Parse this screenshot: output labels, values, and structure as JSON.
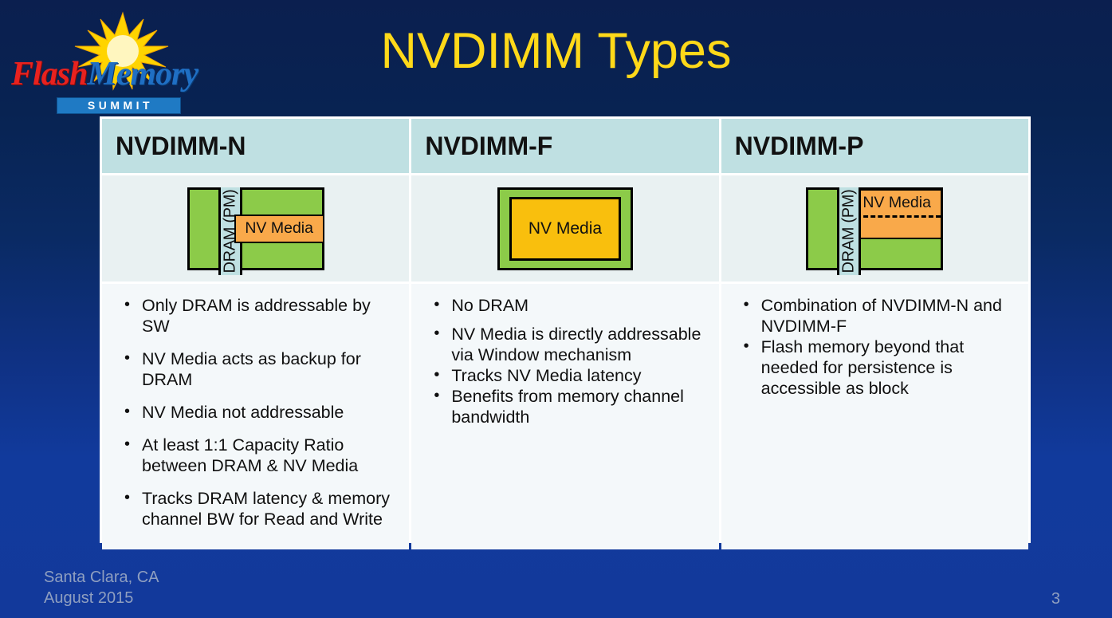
{
  "slide": {
    "title": "NVDIMM Types",
    "page_number": "3",
    "title_color": "#ffd919",
    "background_color": "#0f3183"
  },
  "logo": {
    "word_flash": "Flash",
    "word_memory": "Memory",
    "word_summit": "SUMMIT",
    "flash_color": "#e8221f",
    "memory_color": "#1f6fc4",
    "summit_bar_color": "#1f7ac4",
    "starburst_color": "#ffd400"
  },
  "table": {
    "header_bg": "#bfe0e2",
    "diagram_bg": "#e9f1f2",
    "bullets_bg": "#f4f8fa",
    "columns": [
      {
        "header": "NVDIMM-N",
        "diagram": {
          "type": "dram-with-nv-media-inset",
          "dram_label": "DRAM (PM)",
          "nv_label": "NV Media",
          "dram_color": "#8ccb49",
          "nv_color": "#f9a94a",
          "dram_strip_color": "#bfe0e2"
        },
        "bullets": [
          "Only DRAM is addressable by SW",
          "NV Media acts as backup for DRAM",
          "NV Media not addressable",
          "At least 1:1 Capacity Ratio between DRAM &  NV Media",
          "Tracks DRAM latency & memory channel BW for Read and Write"
        ]
      },
      {
        "header": "NVDIMM-F",
        "diagram": {
          "type": "nv-media-only",
          "nv_label": "NV Media",
          "outer_color": "#8ccb49",
          "nv_color": "#f9bf0d"
        },
        "bullets": [
          "No DRAM",
          "NV Media is directly addressable via Window mechanism",
          "Tracks NV Media latency",
          "Benefits from memory channel bandwidth"
        ]
      },
      {
        "header": "NVDIMM-P",
        "diagram": {
          "type": "dram-with-large-nv-media-dashed",
          "dram_label": "DRAM (PM)",
          "nv_label": "NV Media",
          "dram_color": "#8ccb49",
          "nv_color": "#f9a94a",
          "dram_strip_color": "#bfe0e2"
        },
        "bullets": [
          "Combination of NVDIMM-N and NVDIMM-F",
          "Flash memory beyond that needed for persistence is accessible as block"
        ]
      }
    ]
  },
  "footer": {
    "location": "Santa Clara, CA",
    "date": "August 2015",
    "text_color": "#8f9fc0"
  }
}
